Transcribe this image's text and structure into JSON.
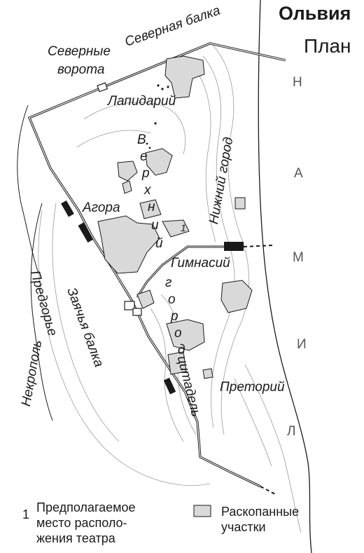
{
  "title": "Ольвия",
  "subtitle": "План",
  "labels": {
    "north_ravine": "Северная балка",
    "north_gate_1": "Северные",
    "north_gate_2": "ворота",
    "lapidary": "Лапидарий",
    "upper_city": [
      "В",
      "е",
      "р",
      "х",
      "н",
      "и",
      "й"
    ],
    "agora": "Агора",
    "lower_city": "Нижний город",
    "gymnasium": "Гимнасий",
    "city": [
      "г",
      "о",
      "р",
      "о",
      "д"
    ],
    "foothills": "Предгорье",
    "hare_ravine": "Заячья балка",
    "necropolis": "Некрополь",
    "citadel": "цитадель",
    "praetorium": "Преторий",
    "liman": [
      "Н",
      "А",
      "М",
      "И",
      "Л"
    ],
    "theatre_marker": "1"
  },
  "legend": {
    "theatre_number": "1",
    "theatre_lines": [
      "Предполагаемое",
      "место располо-",
      "жения театра"
    ],
    "excavated_lines": [
      "Раскопанные",
      "участки"
    ]
  },
  "colors": {
    "ink": "#1a1a1a",
    "contour": "#9a9a9a",
    "excavation_fill": "#d9d9d9"
  }
}
